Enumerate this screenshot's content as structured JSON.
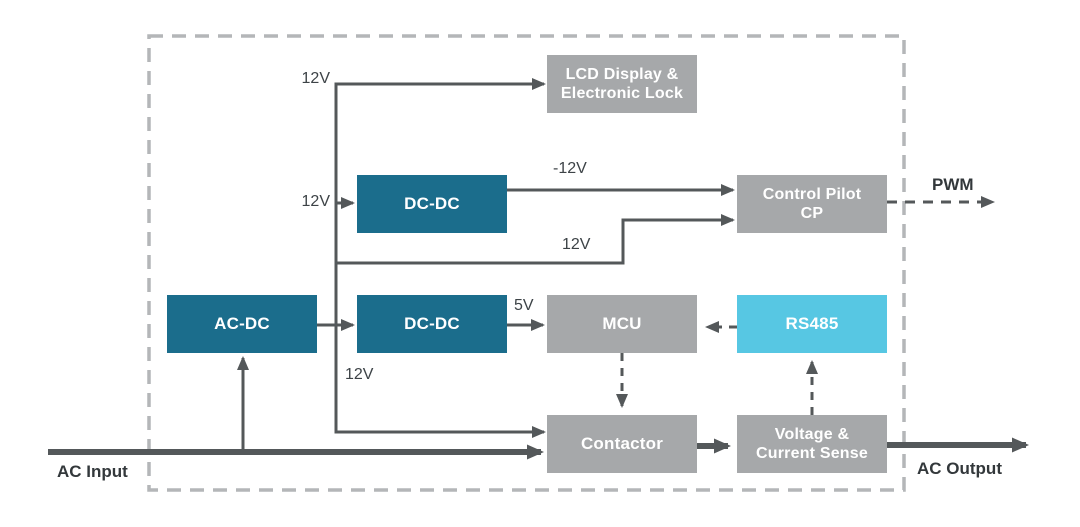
{
  "diagram": {
    "type": "block-diagram",
    "description": "AC charging station power and control architecture",
    "colors": {
      "power_block": "#1b6d8c",
      "comm_block": "#57c7e3",
      "function_block": "#a6a8aa",
      "wire": "#54585a",
      "boundary_dash": "#b4b6b8",
      "wire_label_text": "#3d4347",
      "io_label_text": "#33383b",
      "block_text": "#ffffff"
    },
    "blocks": {
      "acdc": {
        "label": "AC-DC"
      },
      "dcdc_top": {
        "label": "DC-DC"
      },
      "dcdc_mid": {
        "label": "DC-DC"
      },
      "lcd_lock": {
        "line1": "LCD Display &",
        "line2": "Electronic Lock"
      },
      "control_pilot": {
        "line1": "Control Pilot",
        "line2": "CP"
      },
      "mcu": {
        "label": "MCU"
      },
      "rs485": {
        "label": "RS485"
      },
      "contactor": {
        "label": "Contactor"
      },
      "sense": {
        "line1": "Voltage &",
        "line2": "Current Sense"
      }
    },
    "wire_labels": {
      "lcd_supply": "12V",
      "dcdc_top_supply": "12V",
      "cp_supply": "12V",
      "contactor_supply": "12V",
      "neg_rail": "-12V",
      "logic_rail": "5V"
    },
    "io_labels": {
      "ac_input": "AC Input",
      "ac_output": "AC Output",
      "pwm": "PWM"
    }
  }
}
